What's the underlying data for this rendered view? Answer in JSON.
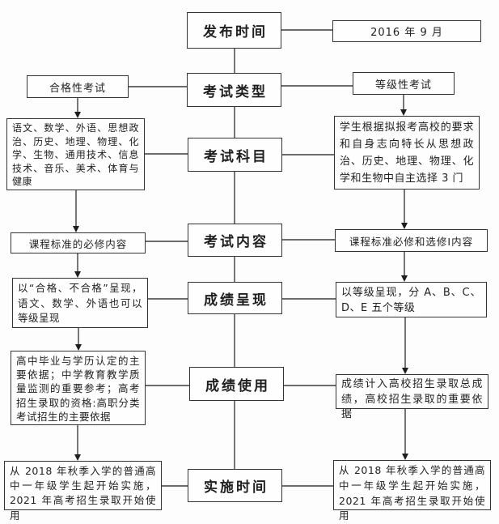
{
  "diagram": {
    "title_semantic": "高中学业水平考试政策流程图",
    "line_color": "#3d3d3d",
    "arrow_color": "#1e1e1e",
    "box_border_color": "#343434",
    "background_color": "#fdfdfd",
    "center": {
      "release_time": "发布时间",
      "exam_type": "考试类型",
      "exam_subjects": "考试科目",
      "exam_content": "考试内容",
      "score_presentation": "成绩呈现",
      "score_usage": "成绩使用",
      "implementation_time": "实施时间"
    },
    "release_date": "2016 年 9 月",
    "left_branch": {
      "title": "合格性考试",
      "subjects": "语文、数学、外语、思想政治、历史、地理、物理、化学、生物、通用技术、信息技术、音乐、美术、体育与健康",
      "content": "课程标准的必修内容",
      "presentation": "以“合格、不合格”呈现，语文、数学、外语也可以等级呈现",
      "usage": "高中毕业与学历认定的主要依据；中学教育教学质量监测的重要参考；高考招生录取的资格:高职分类考试招生的主要依据",
      "implementation": "从 2018 年秋季入学的普通高中一年级学生起开始实施，2021 年高考招生录取开始使用"
    },
    "right_branch": {
      "title": "等级性考试",
      "subjects": "学生根据拟报考高校的要求和自身志向特长从思想政治、历史、地理、物理、化学和生物中自主选择 3 门",
      "content": "课程标准必修和选修Ⅰ内容",
      "presentation": "以等级呈现，分 A、B、C、D、E 五个等级",
      "usage": "成绩计入高校招生录取总成绩，高校招生录取的重要依据",
      "implementation": "从 2018 年秋季入学的普通高中一年级学生起开始实施，2021 年高考招生录取开始使用"
    }
  }
}
